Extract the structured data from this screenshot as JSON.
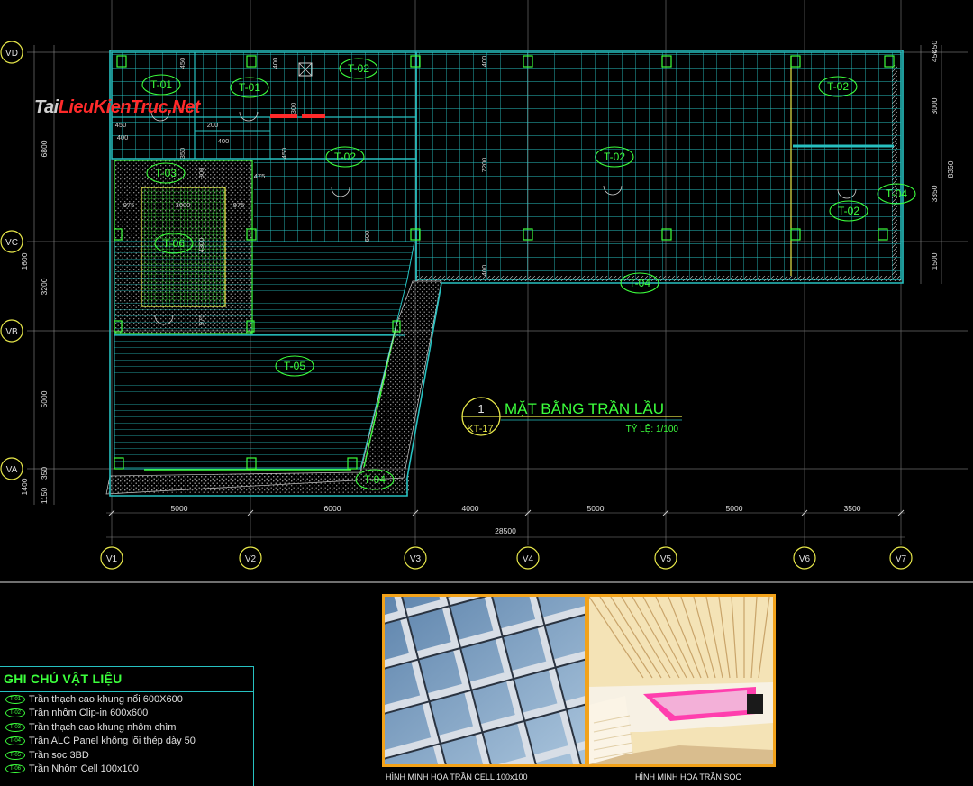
{
  "watermark": {
    "part1": "Tai",
    "part2": "LieuKienTruc.Net"
  },
  "title": {
    "number": "1",
    "sheet": "KT-17",
    "main": "MẶT BẰNG TRẦN LẦU",
    "scale": "TỶ LỆ: 1/100"
  },
  "grid_columns": [
    "V1",
    "V2",
    "V3",
    "V4",
    "V5",
    "V6",
    "V7"
  ],
  "grid_rows": [
    "VD",
    "VC",
    "VB",
    "VA"
  ],
  "dims_bottom": [
    "5000",
    "6000",
    "4000",
    "5000",
    "5000",
    "3500"
  ],
  "dim_total": "28500",
  "dims_left": [
    "6800",
    "1600",
    "3200",
    "5000",
    "350",
    "1150",
    "1400"
  ],
  "dims_right": [
    "450",
    "450",
    "3000",
    "8350",
    "3350",
    "1500"
  ],
  "plan_dims": [
    "450",
    "400",
    "450",
    "200",
    "400",
    "350",
    "450",
    "475",
    "975",
    "3000",
    "975",
    "300",
    "4300",
    "975",
    "400",
    "400",
    "600",
    "300",
    "7200",
    "400"
  ],
  "ceiling_tags": [
    "T-01",
    "T-01",
    "T-02",
    "T-02",
    "T-02",
    "T-02",
    "T-02",
    "T-03",
    "T-06",
    "T-05",
    "T-04",
    "T-04",
    "T-04"
  ],
  "legend": {
    "title": "GHI CHÚ VẬT LIỆU",
    "items": [
      {
        "code": "T-01",
        "desc": "Trần thạch cao khung nổi 600X600"
      },
      {
        "code": "T-02",
        "desc": "Trần nhôm Clip-in 600x600"
      },
      {
        "code": "T-03",
        "desc": "Trần thạch cao khung nhôm chìm"
      },
      {
        "code": "T-04",
        "desc": "Trần ALC Panel không lõi thép dày 50"
      },
      {
        "code": "T-05",
        "desc": "Trần sọc 3BD"
      },
      {
        "code": "T-06",
        "desc": "Trần Nhôm Cell 100x100"
      }
    ]
  },
  "captions": {
    "cell": "HÌNH MINH HỌA TRẦN CELL 100x100",
    "slat": "HÌNH MINH HỌA TRẦN SỌC"
  },
  "colors": {
    "cyan": "#27c1c1",
    "green": "#3cff3c",
    "yellow": "#e8e84a",
    "orange": "#f2a21a",
    "red": "#ff2a2a"
  }
}
